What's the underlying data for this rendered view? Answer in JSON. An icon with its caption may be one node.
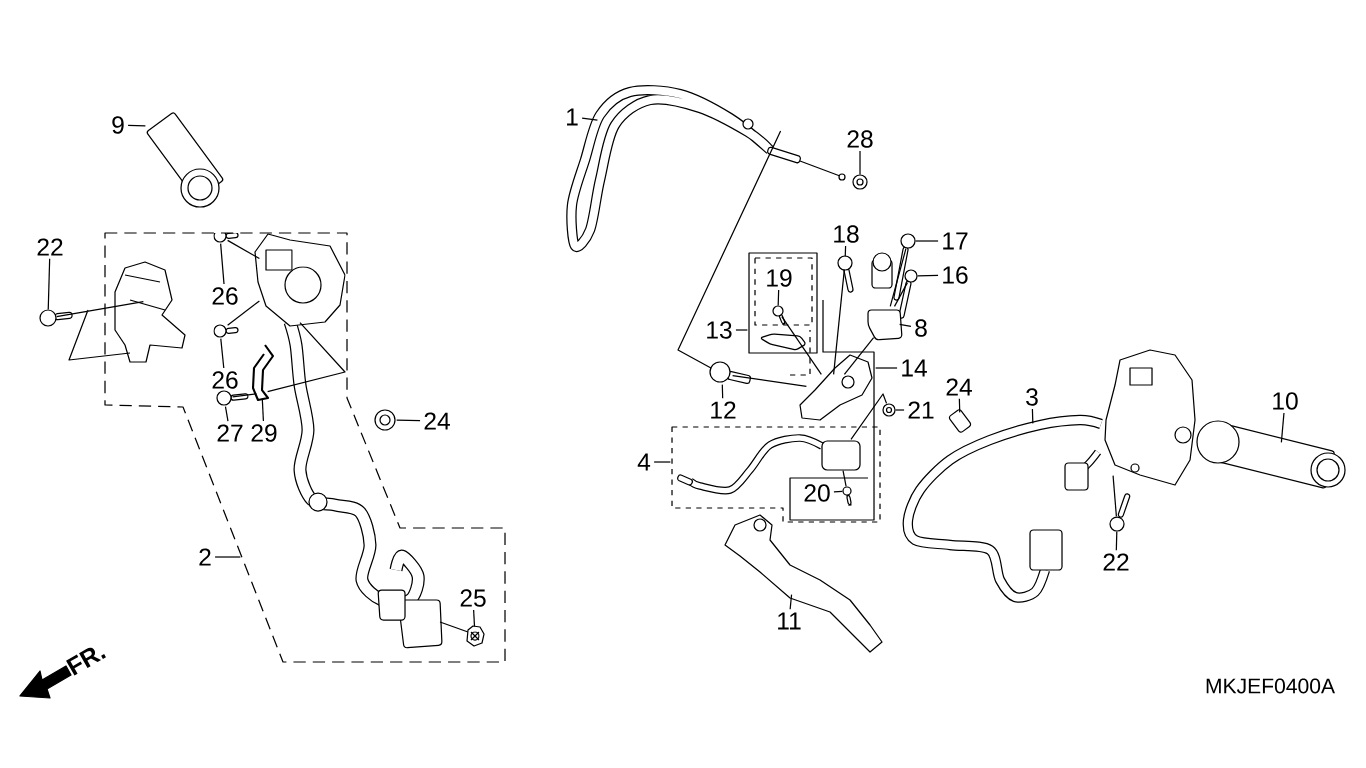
{
  "diagram": {
    "nodes": [
      {
        "text": [
          "9"
        ]
      },
      {
        "text": [],
        "shape": "picture"
      },
      {
        "text": [
          "1"
        ]
      },
      {
        "text": [],
        "shape": "picture"
      },
      {
        "text": [
          "28"
        ]
      },
      {
        "text": [],
        "shape": "picture"
      },
      {
        "text": [
          "22"
        ]
      },
      {
        "text": [],
        "shape": "picture"
      },
      {
        "text": [],
        "shape": "picture",
        "in": 21
      },
      {
        "text": [
          "26"
        ],
        "in": 21
      },
      {
        "text": [],
        "shape": "picture",
        "in": 21
      },
      {
        "text": [],
        "shape": "picture",
        "in": 21
      },
      {
        "text": [
          "26"
        ],
        "in": 21
      },
      {
        "text": [],
        "shape": "picture",
        "in": 21
      },
      {
        "text": [
          "27"
        ],
        "in": 21
      },
      {
        "text": [],
        "shape": "picture",
        "in": 21
      },
      {
        "text": [
          "29"
        ],
        "in": 21
      },
      {
        "text": [],
        "shape": "picture",
        "in": 21
      },
      {
        "text": [
          "24"
        ]
      },
      {
        "text": [],
        "shape": "picture"
      },
      {
        "text": [
          "2"
        ]
      },
      {
        "text": [],
        "shape": "box"
      },
      {
        "text": [
          "25"
        ],
        "in": 21
      },
      {
        "text": [],
        "shape": "picture",
        "in": 21
      },
      {
        "text": [
          "18"
        ]
      },
      {
        "text": [],
        "shape": "picture"
      },
      {
        "text": [
          "17"
        ]
      },
      {
        "text": [],
        "shape": "picture"
      },
      {
        "text": [
          "16"
        ]
      },
      {
        "text": [],
        "shape": "picture"
      },
      {
        "text": [
          "19"
        ],
        "in": 33
      },
      {
        "text": [],
        "shape": "picture",
        "in": 33
      },
      {
        "text": [
          "13"
        ]
      },
      {
        "text": [],
        "shape": "box"
      },
      {
        "text": [
          "8"
        ]
      },
      {
        "text": [],
        "shape": "picture"
      },
      {
        "text": [
          "14"
        ]
      },
      {
        "text": [],
        "shape": "box"
      },
      {
        "text": [],
        "shape": "picture",
        "in": 37
      },
      {
        "text": [
          "12"
        ]
      },
      {
        "text": [],
        "shape": "picture"
      },
      {
        "text": [
          "21"
        ]
      },
      {
        "text": [],
        "shape": "picture"
      },
      {
        "text": [
          "4"
        ]
      },
      {
        "text": [],
        "shape": "box"
      },
      {
        "text": [],
        "shape": "picture",
        "in": 44
      },
      {
        "text": [
          "20"
        ]
      },
      {
        "text": [],
        "shape": "picture"
      },
      {
        "text": [
          "11"
        ]
      },
      {
        "text": [],
        "shape": "picture"
      },
      {
        "text": [
          "24"
        ]
      },
      {
        "text": [],
        "shape": "picture"
      },
      {
        "text": [
          "3"
        ]
      },
      {
        "text": [],
        "shape": "picture"
      },
      {
        "text": [],
        "shape": "picture"
      },
      {
        "text": [
          "10"
        ]
      },
      {
        "text": [],
        "shape": "picture"
      },
      {
        "text": [
          "22"
        ]
      },
      {
        "text": [],
        "shape": "picture"
      }
    ],
    "edges": [
      {
        "from": 0,
        "to": 1,
        "arrow": "none"
      },
      {
        "from": 2,
        "to": 3,
        "arrow": "none"
      },
      {
        "from": 4,
        "to": 5,
        "arrow": "none"
      },
      {
        "from": 6,
        "to": 7,
        "arrow": "none"
      },
      {
        "from": 7,
        "to": 8,
        "arrow": "none"
      },
      {
        "from": 9,
        "to": 10,
        "arrow": "none"
      },
      {
        "from": 10,
        "to": 11,
        "arrow": "none"
      },
      {
        "from": 12,
        "to": 13,
        "arrow": "none"
      },
      {
        "from": 13,
        "to": 11,
        "arrow": "none"
      },
      {
        "from": 14,
        "to": 15,
        "arrow": "none"
      },
      {
        "from": 16,
        "to": 17,
        "arrow": "none"
      },
      {
        "from": 15,
        "to": 17,
        "arrow": "none"
      },
      {
        "from": 17,
        "to": 11,
        "arrow": "none"
      },
      {
        "from": 18,
        "to": 19,
        "arrow": "none"
      },
      {
        "from": 20,
        "to": 21,
        "arrow": "none"
      },
      {
        "from": 22,
        "to": 23,
        "arrow": "none"
      },
      {
        "from": 24,
        "to": 25,
        "arrow": "none"
      },
      {
        "from": 26,
        "to": 27,
        "arrow": "none"
      },
      {
        "from": 28,
        "to": 29,
        "arrow": "none"
      },
      {
        "from": 30,
        "to": 31,
        "arrow": "none"
      },
      {
        "from": 32,
        "to": 33,
        "arrow": "none"
      },
      {
        "from": 34,
        "to": 35,
        "arrow": "none"
      },
      {
        "from": 36,
        "to": 37,
        "arrow": "none"
      },
      {
        "from": 39,
        "to": 40,
        "arrow": "none"
      },
      {
        "from": 41,
        "to": 42,
        "arrow": "none"
      },
      {
        "from": 43,
        "to": 44,
        "arrow": "none"
      },
      {
        "from": 46,
        "to": 47,
        "arrow": "none"
      },
      {
        "from": 48,
        "to": 49,
        "arrow": "none"
      },
      {
        "from": 50,
        "to": 51,
        "arrow": "none"
      },
      {
        "from": 52,
        "to": 53,
        "arrow": "none"
      },
      {
        "from": 55,
        "to": 56,
        "arrow": "none"
      },
      {
        "from": 57,
        "to": 58,
        "arrow": "none"
      },
      {
        "from": 3,
        "to": 40,
        "arrow": "none"
      },
      {
        "from": 40,
        "to": 38,
        "arrow": "none"
      },
      {
        "from": 25,
        "to": 38,
        "arrow": "none"
      },
      {
        "from": 31,
        "to": 38,
        "arrow": "none"
      },
      {
        "from": 27,
        "to": 35,
        "arrow": "none"
      },
      {
        "from": 29,
        "to": 35,
        "arrow": "none"
      },
      {
        "from": 35,
        "to": 38,
        "arrow": "none"
      },
      {
        "from": 42,
        "to": 45,
        "arrow": "none"
      },
      {
        "from": 47,
        "to": 45,
        "arrow": "none"
      },
      {
        "from": 58,
        "to": 54,
        "arrow": "none"
      }
    ],
    "labels": [
      "FR.",
      "MKJEF0400A"
    ]
  }
}
